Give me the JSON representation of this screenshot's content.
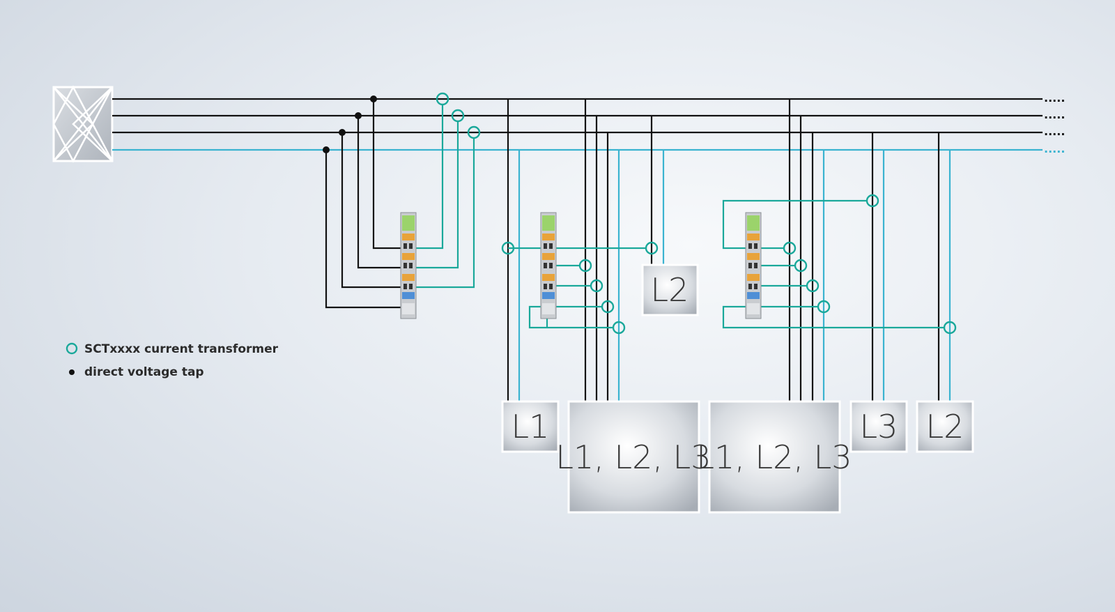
{
  "colors": {
    "black": "#111111",
    "teal": "#1aa89a",
    "blue": "#3ab3d0"
  },
  "icons": {
    "source": "grid-supply-icon",
    "terminal": "measurement-terminal-icon"
  },
  "bus": {
    "continuation": "....."
  },
  "legend": {
    "ct_label": "SCTxxxx current transformer",
    "tap_label": "direct voltage tap"
  },
  "loads": [
    {
      "id": "load-l2-top",
      "label": "L2"
    },
    {
      "id": "load-l1",
      "label": "L1"
    },
    {
      "id": "load-l123-a",
      "label": "L1, L2, L3"
    },
    {
      "id": "load-l123-b",
      "label": "L1, L2, L3"
    },
    {
      "id": "load-l3",
      "label": "L3"
    },
    {
      "id": "load-l2-right",
      "label": "L2"
    }
  ]
}
